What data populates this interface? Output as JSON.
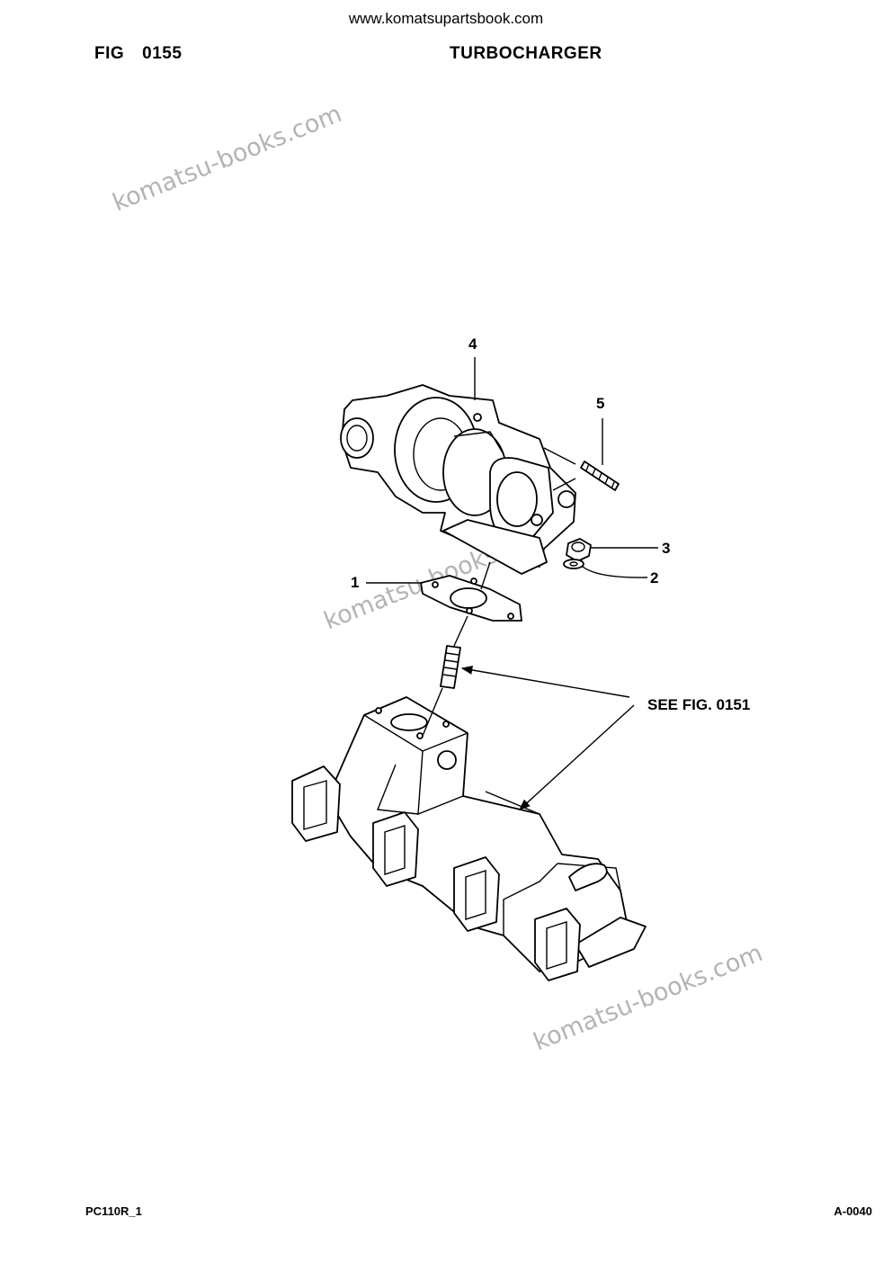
{
  "header": {
    "site_url": "www.komatsupartsbook.com",
    "fig_prefix": "FIG",
    "fig_number": "0155",
    "title": "TURBOCHARGER"
  },
  "diagram": {
    "callouts": [
      "1",
      "2",
      "3",
      "4",
      "5"
    ],
    "reference_note": "SEE FIG. 0151"
  },
  "watermarks": [
    "komatsu-books.com",
    "komatsu-books.com",
    "komatsu-books.com"
  ],
  "footer": {
    "model": "PC110R_1",
    "page_code": "A-0040"
  }
}
